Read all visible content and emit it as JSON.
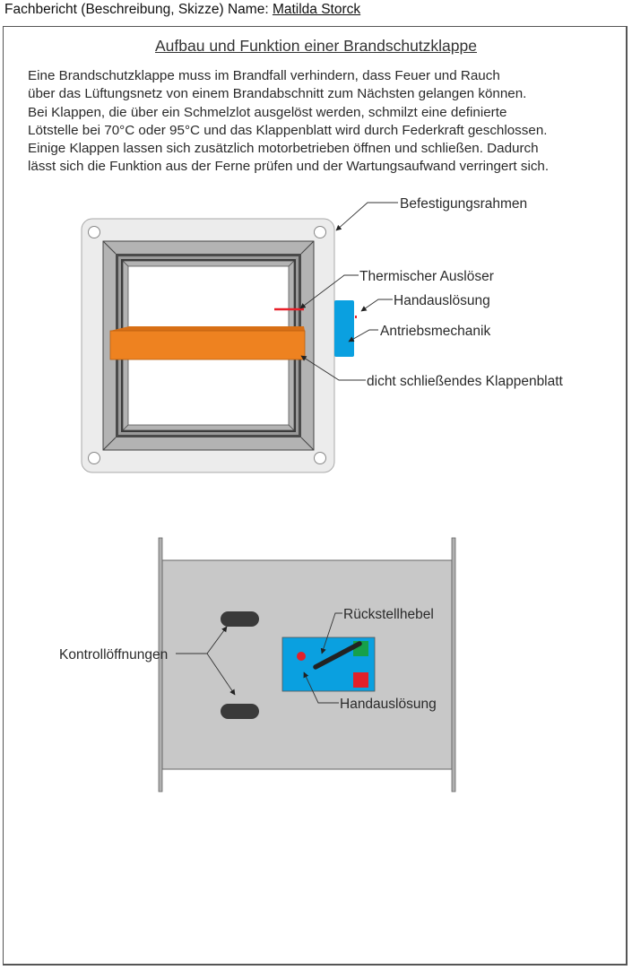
{
  "header": {
    "prefix": "Fachbericht (Beschreibung, Skizze) Name: ",
    "name": "Matilda Storck"
  },
  "title": "Aufbau und Funktion einer Brandschutzklappe",
  "intro_lines": [
    "Eine Brandschutzklappe muss im Brandfall verhindern, dass Feuer und Rauch",
    "über das Lüftungsnetz von einem Brandabschnitt zum Nächsten gelangen können.",
    "Bei Klappen, die über ein Schmelzlot ausgelöst werden, schmilzt eine definierte",
    "Lötstelle bei 70°C oder 95°C  und das Klappenblatt wird durch Federkraft geschlossen.",
    "Einige Klappen lassen sich zusätzlich motorbetrieben öffnen und schließen. Dadurch",
    "lässt sich die Funktion aus der Ferne prüfen und der Wartungsaufwand verringert sich."
  ],
  "front_view": {
    "labels": {
      "mounting_frame": "Befestigungsrahmen",
      "thermal_trigger": "Thermischer Auslöser",
      "manual_release": "Handauslösung",
      "drive_mechanism": "Antriebsmechanik",
      "damper_blade": "dicht schließendes Klappenblatt"
    }
  },
  "side_view": {
    "labels": {
      "inspection_openings": "Kontrollöffnungen",
      "reset_lever": "Rückstellhebel",
      "manual_release": "Handauslösung"
    }
  },
  "colors": {
    "plate": "#ececec",
    "frame": "#b3b3b3",
    "frame_dark": "#4a4a4a",
    "blade": "#ee8220",
    "thermal": "#e8202a",
    "drive": "#0aa0e0",
    "duct": "#c8c8c8",
    "slot": "#3a3a3a",
    "indicator_green": "#16a04a",
    "indicator_red": "#e3202a"
  }
}
